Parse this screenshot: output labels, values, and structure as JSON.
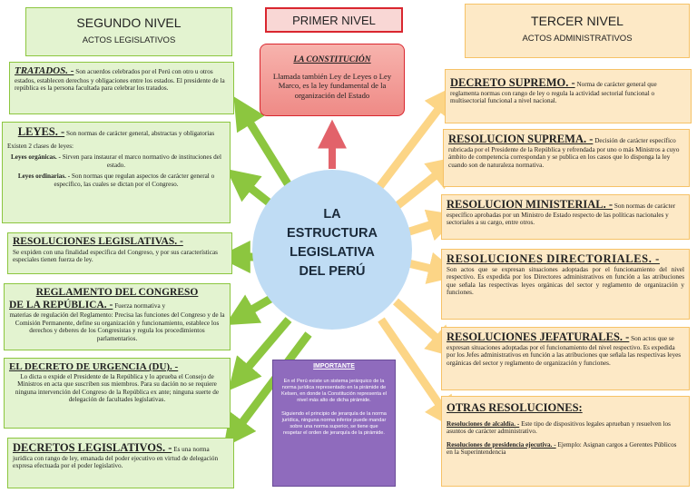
{
  "segundo_nivel": {
    "title": "SEGUNDO NIVEL",
    "subtitle": "ACTOS LEGISLATIVOS"
  },
  "primer_nivel": {
    "title": "PRIMER NIVEL"
  },
  "tercer_nivel": {
    "title": "TERCER NIVEL",
    "subtitle": "ACTOS ADMINISTRATIVOS"
  },
  "constitucion": {
    "title": "LA CONSTITUCIÓN",
    "text": "Llamada también Ley de Leyes o Ley Marco, es la ley fundamental de la organización del Estado"
  },
  "center": {
    "line1": "LA",
    "line2": "ESTRUCTURA",
    "line3": "LEGISLATIVA",
    "line4": "DEL PERÚ"
  },
  "left": {
    "tratados": {
      "head": "TRATADOS. -",
      "text": " Son acuerdos celebrados por el Perú con otro u otros estados, establecen derechos y obligaciones entre los estados. El presidente de la república es la persona facultada para celebrar los tratados."
    },
    "leyes": {
      "head": "LEYES. -",
      "text": " Son normas de carácter general, abstractas y obligatorias",
      "intro": "Existen 2 clases de leyes:",
      "org_head": "Leyes orgánicas. -",
      "org_text": " Sirven para instaurar el marco normativo de instituciones del estado.",
      "ord_head": "Leyes ordinarias. -",
      "ord_text": " Son normas que regulan aspectos de carácter general o específico, las cuales se dictan por el Congreso."
    },
    "resoluciones_leg": {
      "head": "RESOLUCIONES LEGISLATIVAS. -",
      "text": "Se expiden con una finalidad específica del Congreso, y por sus características especiales tienen fuerza de ley."
    },
    "reglamento": {
      "head1": "REGLAMENTO DEL CONGRESO",
      "head2": "DE LA REPÚBLICA. -",
      "text1": " Fuerza normativa y",
      "text2": "materias de regulación del Reglamento: Precisa las funciones del Congreso y de la Comisión Permanente, define su organización y funcionamiento, establece los derechos y deberes de los Congresistas y regula los procedimientos parlamentarios."
    },
    "urgencia": {
      "head": "EL DECRETO DE URGENCIA (DU). -",
      "text": "Lo dicta o expide el Presidente de la República y lo aprueba el Consejo de Ministros en acta que suscriben sus miembros. Para su dación no se requiere ninguna intervención del Congreso de la República ex ante; ninguna suerte de delegación de facultades legislativas."
    },
    "decretos_leg": {
      "head": "DECRETOS LEGISLATIVOS. -",
      "text": " Es una norma jurídica con rango de ley, emanada del poder ejecutivo en virtud de delegación expresa efectuada por el poder legislativo."
    }
  },
  "right": {
    "decreto_supremo": {
      "head": "DECRETO SUPREMO. -",
      "text": " Norma de carácter general que reglamenta normas con rango de ley o regula la actividad sectorial funcional o multisectorial funcional a nivel nacional."
    },
    "resolucion_suprema": {
      "head": "RESOLUCION SUPREMA. -",
      "text": " Decisión de carácter específico rubricada por el Presidente de la República y refrendada por uno o más Ministros a cuyo ámbito de competencia correspondan y se publica en los casos que lo disponga la ley cuando son de naturaleza normativa."
    },
    "resolucion_ministerial": {
      "head": "RESOLUCION MINISTERIAL. -",
      "text": " Son normas de carácter específico aprobadas por un Ministro de Estado respecto de las políticas nacionales y sectoriales a su cargo, entre otros."
    },
    "resoluciones_directoriales": {
      "head": "RESOLUCIONES DIRECTORIALES. -",
      "text": "Son actos que se expresan situaciones adoptadas por el funcionamiento del nivel respectivo. Es expedida por los Directores administrativos en función a las atribuciones que señala las respectivas leyes orgánicas del sector y reglamento de organización y funciones."
    },
    "resoluciones_jefaturales": {
      "head": "RESOLUCIONES JEFATURALES. -",
      "text": " Son actos que se expresan situaciones adoptadas por el funcionamiento del nivel respectivo. Es expedida por los Jefes administrativos en función a las atribuciones que señala las respectivas leyes orgánicas del sector y reglamento de organización y funciones."
    },
    "otras": {
      "head": "OTRAS RESOLUCIONES:",
      "alcaldia_head": "Resoluciones de alcaldía. -",
      "alcaldia_text": " Este tipo de dispositivos legales aprueban y resuelven los asuntos de carácter administrativo.",
      "presidencia_head": "Resoluciones de presidencia ejecutiva. -",
      "presidencia_text": " Ejemplo: Asignan cargos a Gerentes Públicos en la Superintendencia"
    }
  },
  "importante": {
    "title": "IMPORTANTE",
    "p1": "En el Perú existe un sistema jerárquico de la norma jurídica representado en la pirámide de Kelsen, en donde la Constitución representa el nivel más alto de dicha pirámide.",
    "p2": "Siguiendo el principio de jerarquía de la norma jurídica, ninguna norma inferior puede mandar sobre una norma superior, se tiene que respetar el orden de jerarquía de la pirámide."
  },
  "colors": {
    "green": "#8cc63f",
    "orange": "#fcd586",
    "red": "#e2626a",
    "purple": "#8f6bbd",
    "circle": "#bfdcf4"
  }
}
